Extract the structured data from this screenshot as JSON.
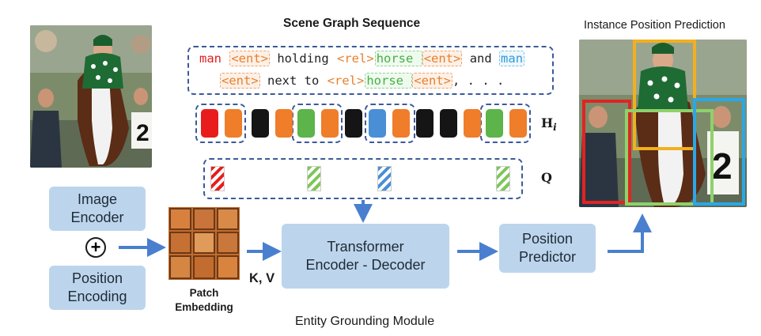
{
  "header": {
    "scene_graph_title": "Scene Graph Sequence",
    "instance_title": "Instance Position Prediction",
    "module_title": "Entity Grounding Module"
  },
  "sequence": {
    "line1": [
      {
        "text": "man",
        "style": "red"
      },
      {
        "text": " ",
        "style": "plain"
      },
      {
        "text": "<ent>",
        "style": "orange-box"
      },
      {
        "text": " holding ",
        "style": "plain"
      },
      {
        "text": "<rel>",
        "style": "orange"
      },
      {
        "text": "horse ",
        "style": "green-box"
      },
      {
        "text": "<ent>",
        "style": "orange-box"
      },
      {
        "text": " and ",
        "style": "plain"
      },
      {
        "text": "man",
        "style": "blue-box"
      }
    ],
    "line2": [
      {
        "text": "<ent>",
        "style": "orange-box"
      },
      {
        "text": " next to ",
        "style": "plain"
      },
      {
        "text": "<rel>",
        "style": "orange"
      },
      {
        "text": "horse ",
        "style": "green-box"
      },
      {
        "text": "<ent>",
        "style": "orange-box"
      },
      {
        "text": ", . . .",
        "style": "plain"
      }
    ]
  },
  "hidden_tokens": {
    "label": "H",
    "subscript": "i",
    "colors": [
      "#e81c1c",
      "#ef7d2a",
      "#151515",
      "#ef7d2a",
      "#5cb44a",
      "#ef7d2a",
      "#151515",
      "#4a8fd6",
      "#ef7d2a",
      "#151515",
      "#151515",
      "#ef7d2a",
      "#5cb44a",
      "#ef7d2a"
    ]
  },
  "queries": {
    "label": "Q",
    "colors": [
      "#e81c1c",
      "#7ec65a",
      "#4a8fd6",
      "#7ec65a"
    ]
  },
  "boxes": {
    "image_encoder": "Image\nEncoder",
    "plus_symbol": "+",
    "position_encoding": "Position\nEncoding",
    "patch_embedding": "Patch\nEmbedding",
    "kv_label": "K, V",
    "transformer": "Transformer\nEncoder - Decoder",
    "position_predictor": "Position\nPredictor"
  },
  "colors": {
    "box_fill": "#bcd5ec",
    "arrow": "#4a7fcf",
    "dash": "#3b5a99",
    "bbox_red": "#e02424",
    "bbox_yellow": "#f2b01e",
    "bbox_green": "#8fd16a",
    "bbox_blue": "#2aa7e8"
  }
}
